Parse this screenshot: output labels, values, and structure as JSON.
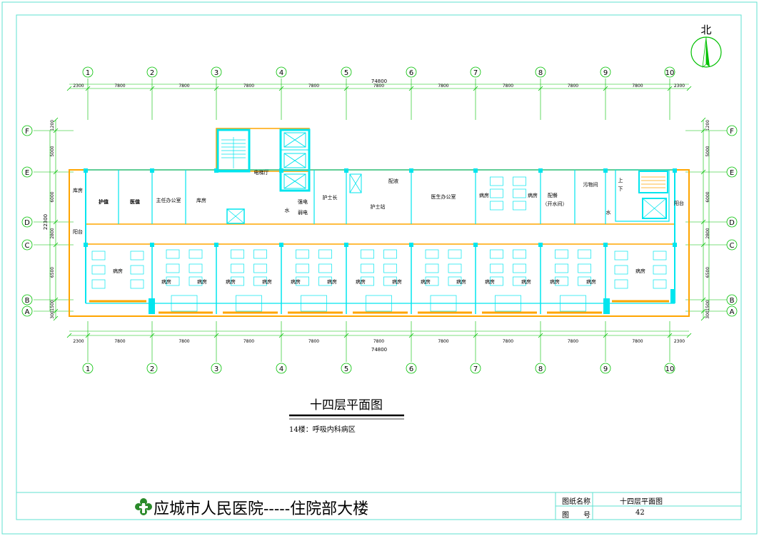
{
  "north_label": "北",
  "axes_numbers": [
    "1",
    "2",
    "3",
    "4",
    "5",
    "6",
    "7",
    "8",
    "9",
    "10"
  ],
  "axes_letters": [
    "F",
    "E",
    "D",
    "C",
    "B",
    "A"
  ],
  "dims_horizontal": [
    "2300",
    "7800",
    "7800",
    "7800",
    "7800",
    "7800",
    "7800",
    "7800",
    "7800",
    "7800",
    "2300"
  ],
  "dim_total": "74800",
  "dims_vertical_left": [
    "1200",
    "5000",
    "6000",
    "2800",
    "6500",
    "1500",
    "300"
  ],
  "dim_vertical_total": "22300",
  "dims_vertical_right": [
    "1200",
    "5000",
    "6000",
    "2800",
    "6500",
    "1500",
    "300"
  ],
  "rooms": {
    "kufang_left": "库房",
    "huzhi": "护值",
    "yiyou": "医值",
    "zhurenbangong": "主任办公室",
    "kufang2": "库房",
    "dianti": "电梯厅",
    "shui1": "水",
    "qiangdian": "强电",
    "ruodian": "弱电",
    "hushizhang": "护士长",
    "hushizhan": "护士站",
    "peiye": "配液",
    "yishengbangong": "医生办公室",
    "bingfang_n1": "病房",
    "bingfang_n2": "病房",
    "peican": "配餐",
    "kaishuijian": "（开水间）",
    "wuxijian": "污物间",
    "shui2": "水",
    "yangtai_left": "阳台",
    "yangtai_right": "阳台",
    "bingfang_s": "病房",
    "up": "上",
    "down": "下"
  },
  "drawing_title": "十四层平面图",
  "drawing_subtitle": "14楼：呼吸内科病区",
  "hospital_name": "应城市人民医院-----住院部大楼",
  "title_block": {
    "label_name": "图纸名称",
    "value_name": "十四层平面图",
    "label_number": "图　　号",
    "value_number": "42"
  },
  "colors": {
    "grid": "#00c000",
    "wall_cyan": "#00e5ee",
    "wall_orange": "#ffa500",
    "frame": "#33d6c8",
    "text": "#000000"
  }
}
